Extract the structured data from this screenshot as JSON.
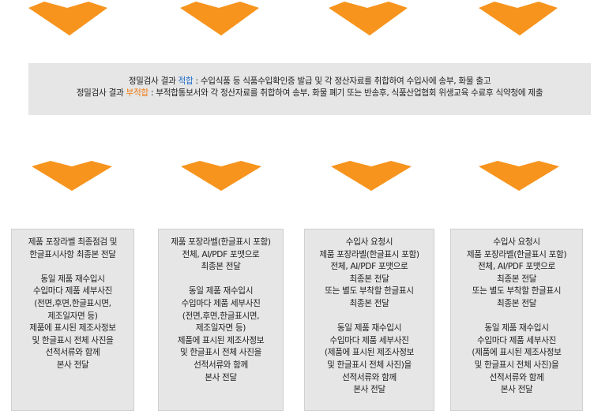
{
  "colors": {
    "arrow": "#f7941d",
    "accept": "#1f6fc9",
    "reject": "#f07a12",
    "box_bg": "#e6e6e6"
  },
  "banner": {
    "line1": {
      "prefix": "정밀검사 결과 ",
      "status": "적합",
      "rest": " : 수입식품 등 식품수입확인증 발급 및 각 정산자료를 취합하여 수입사에 송부, 화물 출고"
    },
    "line2": {
      "prefix": "정밀검사 결과 ",
      "status": "부적합",
      "rest": " : 부적합통보서와 각 정산자료를 취합하여 송부, 화물 폐기 또는 반송후, 식품산업협회 위생교육 수료후 식약청에 제출"
    }
  },
  "boxes": [
    {
      "p1": [
        "제품 포장라벨 최종점검 및",
        "한글표시사항 최종본 전달"
      ],
      "p2": [
        "동일 제품 재수입시",
        "수입마다 제품 세부사진",
        "(전면,후면,한글표시면,",
        "제조일자면 등)",
        "제품에 표시된 제조사정보",
        "및 한글표시 전체 사진을",
        "선적서류와 함께",
        "본사 전달"
      ]
    },
    {
      "p1": [
        "제품 포장라벨(한글표시 포함)",
        "전체, AI/PDF 포맷으로",
        "최종본 전달"
      ],
      "p2": [
        "동일 제품 재수입시",
        "수입마다 제품 세부사진",
        "(전면,후면,한글표시면,",
        "제조일자면 등)",
        "제품에 표시된 제조사정보",
        "및 한글표시 전체 사진을",
        "선적서류와 함께",
        "본사 전달"
      ]
    },
    {
      "p1": [
        "수입사 요청시",
        "제품 포장라벨(한글표시 포함)",
        "전체, AI/PDF 포맷으로",
        "최종본 전달",
        "또는 별도 부착할 한글표시",
        "최종본 전달"
      ],
      "p2": [
        "동일 제품 재수입시",
        "수입마다 제품 세부사진",
        "(제품에 표시된 제조사정보",
        "및 한글표시 전체 사진)을",
        "선적서류와 함께",
        "본사 전달"
      ]
    },
    {
      "p1": [
        "수입사 요청시",
        "제품 포장라벨(한글표시 포함)",
        "전체, AI/PDF 포맷으로",
        "최종본 전달",
        "또는 별도 부착할 한글표시",
        "최종본 전달"
      ],
      "p2": [
        "동일 제품 재수입시",
        "수입마다 제품 세부사진",
        "(제품에 표시된 제조사정보",
        "및 한글표시 전체 사진)을",
        "선적서류와 함께",
        "본사 전달"
      ]
    }
  ]
}
